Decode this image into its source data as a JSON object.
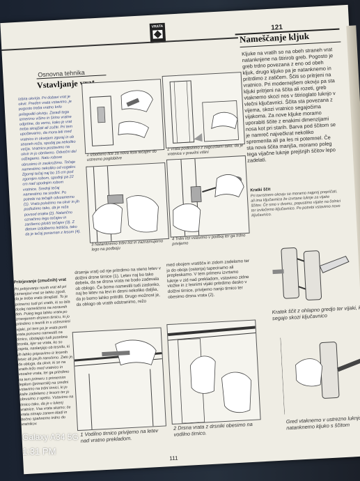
{
  "section_tab": "VRATA",
  "page_number_top": "121",
  "page_number_bottom": "111",
  "left_category": "Osnovna tehnika",
  "left_title": "Vstavljanje vrat",
  "right_title": "Nameščanje kljuk",
  "right_body": "Kljuke na vratih so na obeh straneh vrat natanknjene na štirirob greb. Pogosto je greb trdno povezana z eno od obeh kljuk, drugo kljuko pa je natanknemo in pritrdimo z zatičem. Ščiti so pritrjeni na vratnico. Pri modernejšem okovju pa sta kljuki pritrjeni na ščita ali rozeti, greb vtaknemo skozi nos v štirioglato luknjo v vlečni ključavnici. Ščita sta povezana z vijema, skozi vratnico segajočima vijakoma. Za nove kljuke moramo uporabiti ščite z enakimi dimenzijami nosa kot pri starih. Barva pod ščitom se je namreč največkrat nekoliko spremenila ali pa les ni potemnel. Če sta nova ščita manjša, moramo poleg tega vijačne luknje prejšnjih ščitov lepo zadelati.",
  "kratki_heading": "Kratki ščit",
  "kratki_body": "Pri tovrstnem okovju se moramo najprej prepričati, ali ima ključavnica že izvrtane luknje za vijake ščitov. Če smo v dvomu, popustimo vijake na čelnici ter izvlečemo ključavnico. Po potrebi vstavimo novo ključavnico.",
  "right_caption_1": "Kratek ščit z ohlapno gredjo ter vijaki, ki segajo skozi ključavnico",
  "right_caption_2": "Gred vtaknemo v ustrezno luknjo in natanknemo kljuko s ščitom",
  "left_column_text": "Izbira okvirja. Pri dobavi vrat je okvir. Preden vrata vstavimo, je pogosto treba vratno krilo prilagoditi okvirju. Zaradi tega izmerimo višino in širino vratne odprtine, da vemo, kako je vrat treba skrajšati ali zožiti. Pri tem upoštevamo, da mora biti med vratnico in okvirjem zgoraj in ob straneh reža, spodaj pa nekoliko večja. Vratnico postavimo na okvir in jo obrišemo. Odvečni del odžagamo. Nato robove obrusimo in zaokrožimo. Tečaje namestimo nekoliko od vogalov. Zgornji tečaj naj bo 15 cm pod zgornjim robom, spodnji pa 22 cm nad spodnjim robom vratnice. Srednji tečaj namestimo na sredini. Po potrebi na tečajih odvzamemo (1). Vrata položimo na okvir in jih podložimo tako, da je reža povsod enaka (2). Natančno označimo lego tečajev in zarišemo plošči tečajev (3). Z dletom izdolbemo ležišča, tako da je tečaj poravnan z lesom (4).",
  "lower_left_heading": "Pritrjevanje (zmučnih) vrat",
  "lower_left_column": "Pri pritrjevanju novih vrat ali pri zamenjavi vrat se lahko zgodi, da je treba vrata skrajšati. To je primerno tudi pri vratih, ki so bila doslej nameščena na neravnih tleh. Poleg tega lahko vrata po zmenjenem drsnem tirnicu, ki jo pritrdimo s tesnili in s ustreznimi vijaki, pri tem pa je vrata poriti vrata ponovno namestiti na tirnico, obstajajo tudi posebna tesnila, kjer se vrata, ko so zaprta, naslanjajo ob tesnilo, ki jih lahko pripravimo iz lesenih letvic ali pa jih naročimo. Zato je, da obloga, da okvir, ki se na vratih ležo med vratnico in vezalne vrata, ter ga pritrdimo na tem primeru s primernim lepilom (primernik) na sredini vstavimo na trdni tirnici, ki jo kaže zadelamo z lesom ter jo obrusimo z opeko. Vstavimo na tirnico tako, da je v lukenj vratnice. Vsa vrata skamo; če vrata nimajo zanem kladi in bočno spahnemo trdno do vratnikov.",
  "middle_col_1": "drsenja vrat) od nje pritrdimo na steno letev v dolžini drsne tirnice (1). Letev naj bo tako debela, da se drsna vrata ne bodo zadevala ob oblogo. Če bomo namestili tudi zaslonko, naj bo letev na levi in desni nekoliko daljša, da jo bomo lahko pritrdili. Drugo možnost je, da oblogo ob vratih odstranimo, režo",
  "middle_col_2": "med obojem vratišča in zidom zadelamo ter jo do oboja (ostenja) tapeciramo ali prepleskamo. V tem primeru izvrtamo luknje v zid nad prekladom, vstavimo zidne vložke in z lesnimi vijaki pritrdimo desko v dolžini tirnice, privijemo nanjo tirnico ter obesimo drsna vrata (2).",
  "captions": {
    "fig1": "1  Izbočeno lice za nova lista tečajev do ustrezno poglobitve",
    "fig2": "2  Vrata podložimo z zagozdami tako, da je vratnica v pravilni višini",
    "fig3": "3  Natanknemo trdni list in zaznamujemo lego na podboju",
    "fig4": "4  Trdni list vstavimo v podboj ter ga trdno privijemo",
    "fig5": "1  Vodilno tirnico privijemo na letev nad vratno prekladom.",
    "fig6": "2  Drsna vrata z drsniki obesimo na vodilno tirnico."
  },
  "phone_overlay": {
    "device": "Galaxy A34 5G",
    "time": "1:31 PM"
  }
}
